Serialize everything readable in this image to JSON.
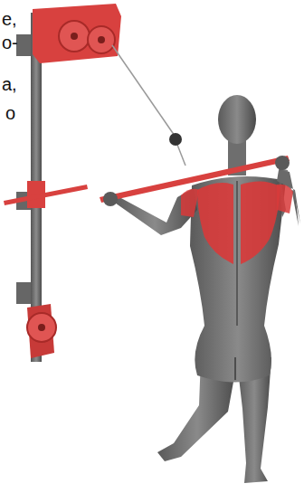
{
  "diagram": {
    "labels": [
      "е,",
      "о-",
      "а,",
      "о"
    ]
  }
}
